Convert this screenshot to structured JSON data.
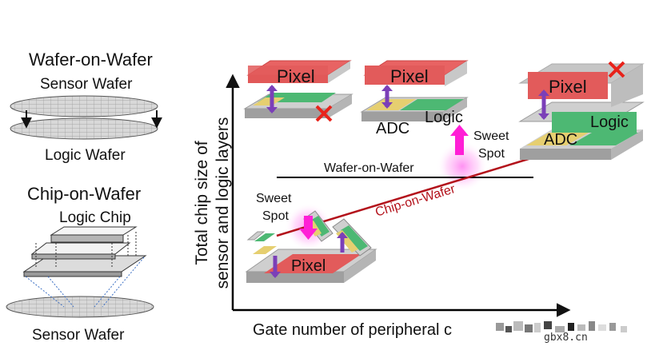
{
  "left_panel": {
    "wow_title": "Wafer-on-Wafer",
    "sensor_wafer_label": "Sensor Wafer",
    "logic_wafer_label": "Logic Wafer",
    "cow_title": "Chip-on-Wafer",
    "logic_chip_label": "Logic Chip",
    "cow_sensor_wafer_label": "Sensor Wafer"
  },
  "chart": {
    "y_axis_label_line1": "Total chip size of",
    "y_axis_label_line2": "sensor and logic layers",
    "x_axis_label": "Gate number of peripheral c",
    "wow_line_label": "Wafer-on-Wafer",
    "cow_line_label": "Chip-on-Wafer",
    "sweet_spot_left_1": "Sweet",
    "sweet_spot_left_2": "Spot",
    "sweet_spot_right_1": "Sweet",
    "sweet_spot_right_2": "Spot"
  },
  "chips": {
    "chip1_pixel": "Pixel",
    "chip2_pixel": "Pixel",
    "chip2_adc": "ADC",
    "chip2_logic": "Logic",
    "chip3_pixel": "Pixel",
    "chip3_logic": "Logic",
    "chip3_adc": "ADC",
    "chip4_pixel": "Pixel"
  },
  "watermark": "gbx8.cn",
  "colors": {
    "pixel_red": "#e25b5b",
    "logic_green": "#3fb36d",
    "adc_yellow": "#e9cf6a",
    "arrow_purple": "#7b3fb8",
    "sweet_magenta": "#ff1fd6",
    "cow_line_red": "#b3121b",
    "reject_red": "#e8231b"
  }
}
